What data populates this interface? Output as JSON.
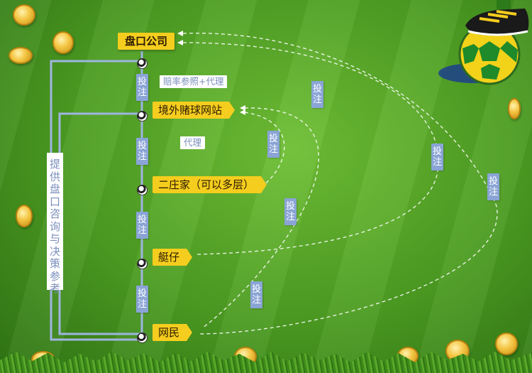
{
  "nodes": {
    "company": "盘口公司",
    "offshore": "境外赌球网站",
    "dealer2": "二庄家（可以多层）",
    "boat": "艇仔",
    "netizen": "网民"
  },
  "vertical_labels": {
    "bet": "投注"
  },
  "horizontal_labels": {
    "odds_ref_agent": "赔率参照+代理",
    "agent": "代理"
  },
  "side_label": "提供盘口咨询与决策参考",
  "colors": {
    "field": "#4c9c22",
    "node": "#f5cd1e",
    "tag": "#8aa4d6",
    "line": "#9fb4e0"
  },
  "icons": [
    "football-icon",
    "coin-icon",
    "cleat-icon"
  ]
}
